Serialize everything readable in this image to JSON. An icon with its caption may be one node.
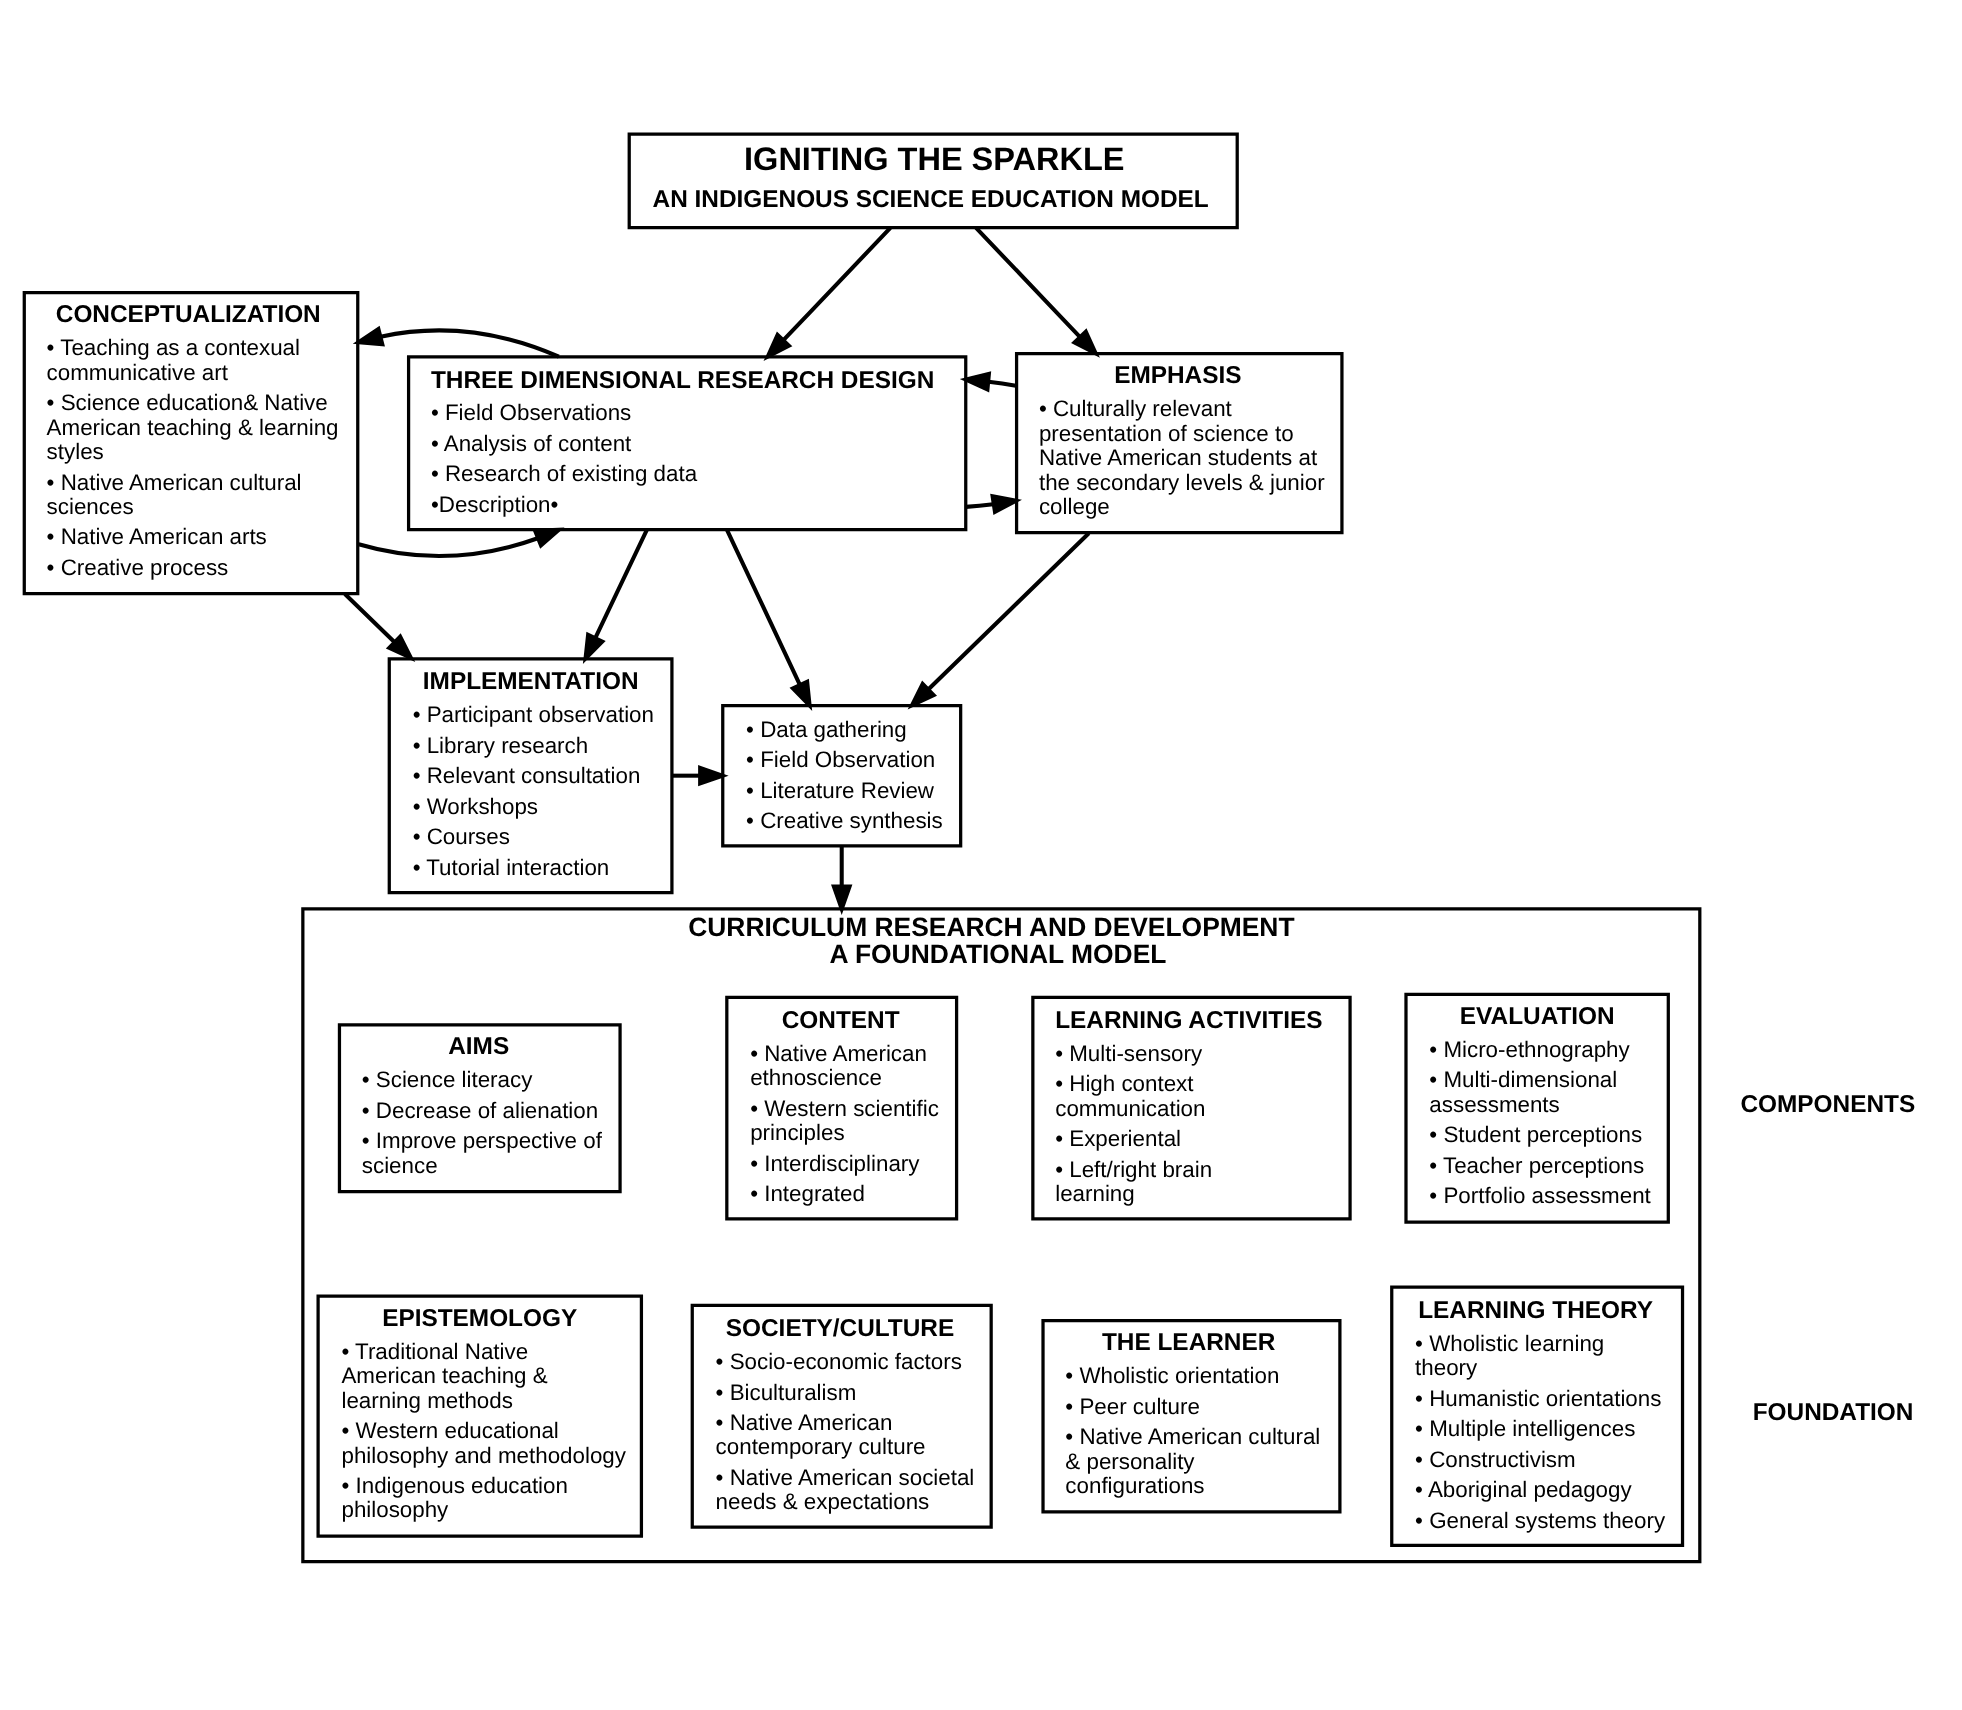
{
  "diagram": {
    "nodes": [
      {
        "text": [
          "IGNITING THE SPARKLE",
          "AN INDIGENOUS SCIENCE EDUCATION MODEL"
        ]
      },
      {
        "text": [
          "CONCEPTUALIZATION",
          "• Teaching as a contexual communicative art",
          "• Science education& Native American teaching & learning styles",
          "• Native American cultural sciences",
          "• Native American arts",
          "• Creative process"
        ]
      },
      {
        "text": [
          "THREE DIMENSIONAL RESEARCH DESIGN",
          "• Field Observations",
          "• Analysis of content",
          "• Research of existing data",
          "•Description•"
        ]
      },
      {
        "text": [
          "EMPHASIS",
          "• Culturally relevant presentation of science to Native American students at the secondary levels & junior college"
        ]
      },
      {
        "text": [
          "IMPLEMENTATION",
          "• Participant observation",
          "• Library research",
          "• Relevant consultation",
          "• Workshops",
          "• Courses",
          "• Tutorial interaction"
        ]
      },
      {
        "text": [
          "• Data gathering",
          "• Field Observation",
          "• Literature Review",
          "• Creative synthesis"
        ]
      },
      {
        "text": [
          "CURRICULUM RESEARCH AND DEVELOPMENT A FOUNDATIONAL MODEL"
        ]
      },
      {
        "text": [
          "AIMS",
          "• Science literacy",
          "• Decrease of alienation",
          "• Improve perspective of science"
        ],
        "in": 6
      },
      {
        "text": [
          "CONTENT",
          "• Native American ethnoscience",
          "• Western scientific principles",
          "• Interdisciplinary",
          "• Integrated"
        ],
        "in": 6
      },
      {
        "text": [
          "LEARNING ACTIVITIES",
          "• Multi-sensory",
          "• High context communication",
          "• Experiental",
          "• Left/right brain learning"
        ],
        "in": 6
      },
      {
        "text": [
          "EVALUATION",
          "• Micro-ethnography",
          "• Multi-dimensional assessments",
          "• Student perceptions",
          "• Teacher perceptions",
          "• Portfolio assessment"
        ],
        "in": 6
      },
      {
        "text": [
          "EPISTEMOLOGY",
          "• Traditional Native American teaching & learning methods",
          "• Western educational philosophy and methodology",
          "• Indigenous education philosophy"
        ],
        "in": 6
      },
      {
        "text": [
          "SOCIETY/CULTURE",
          "• Socio-economic factors",
          "• Biculturalism",
          "• Native American contemporary culture",
          "• Native American societal needs & expectations"
        ],
        "in": 6
      },
      {
        "text": [
          "THE LEARNER",
          "• Wholistic orientation",
          "• Peer culture",
          "• Native American cultural & personality configurations"
        ],
        "in": 6
      },
      {
        "text": [
          "LEARNING THEORY",
          "• Wholistic learning theory",
          "• Humanistic orientations",
          "• Multiple intelligences",
          "• Constructivism",
          "• Aboriginal pedagogy",
          "• General systems theory"
        ],
        "in": 6
      }
    ],
    "edges": [
      {
        "from": 0,
        "to": 2,
        "arrow": "to"
      },
      {
        "from": 0,
        "to": 3,
        "arrow": "to"
      },
      {
        "from": 1,
        "to": 2,
        "arrow": "to"
      },
      {
        "from": 2,
        "to": 1,
        "arrow": "to"
      },
      {
        "from": 2,
        "to": 3,
        "arrow": "to"
      },
      {
        "from": 3,
        "to": 2,
        "arrow": "to"
      },
      {
        "from": 1,
        "to": 4,
        "arrow": "to"
      },
      {
        "from": 2,
        "to": 4,
        "arrow": "to"
      },
      {
        "from": 2,
        "to": 5,
        "arrow": "to"
      },
      {
        "from": 3,
        "to": 5,
        "arrow": "to"
      },
      {
        "from": 4,
        "to": 5,
        "arrow": "to"
      },
      {
        "from": 5,
        "to": 6,
        "arrow": "to"
      }
    ],
    "labels": [
      "COMPONENTS",
      "FOUNDATION"
    ]
  }
}
